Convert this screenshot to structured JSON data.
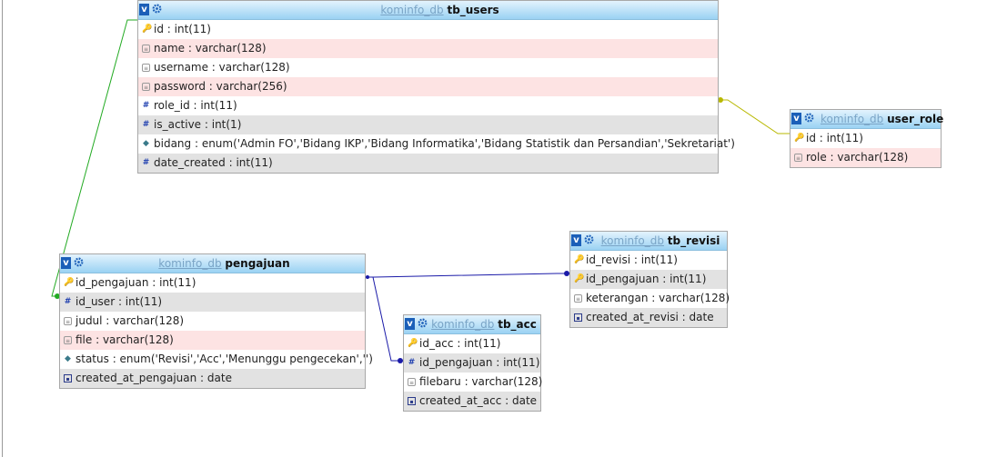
{
  "database": "kominfo_db",
  "toggle_glyph": "v",
  "tables": {
    "tb_users": {
      "db": "kominfo_db",
      "name": "tb_users",
      "columns": [
        {
          "label": "id : int(11)",
          "icon": "primary-key-icon",
          "glyph": "🔑"
        },
        {
          "label": "name : varchar(128)",
          "icon": "text-field-icon",
          "glyph": "≡"
        },
        {
          "label": "username : varchar(128)",
          "icon": "text-field-icon",
          "glyph": "≡"
        },
        {
          "label": "password : varchar(256)",
          "icon": "text-field-icon",
          "glyph": "≡"
        },
        {
          "label": "role_id : int(11)",
          "icon": "numeric-field-icon",
          "glyph": "#"
        },
        {
          "label": "is_active : int(1)",
          "icon": "numeric-field-icon",
          "glyph": "#"
        },
        {
          "label": "bidang : enum('Admin FO','Bidang IKP','Bidang Informatika','Bidang Statistik dan Persandian','Sekretariat')",
          "icon": "enum-field-icon",
          "glyph": "◆"
        },
        {
          "label": "date_created : int(11)",
          "icon": "numeric-field-icon",
          "glyph": "#"
        }
      ]
    },
    "user_role": {
      "db": "kominfo_db",
      "name": "user_role",
      "columns": [
        {
          "label": "id : int(11)",
          "icon": "primary-key-icon",
          "glyph": "🔑"
        },
        {
          "label": "role : varchar(128)",
          "icon": "text-field-icon",
          "glyph": "≡"
        }
      ]
    },
    "pengajuan": {
      "db": "kominfo_db",
      "name": "pengajuan",
      "columns": [
        {
          "label": "id_pengajuan : int(11)",
          "icon": "primary-key-icon",
          "glyph": "🔑"
        },
        {
          "label": "id_user : int(11)",
          "icon": "numeric-field-icon",
          "glyph": "#"
        },
        {
          "label": "judul : varchar(128)",
          "icon": "text-field-icon",
          "glyph": "≡"
        },
        {
          "label": "file : varchar(128)",
          "icon": "text-field-icon",
          "glyph": "≡"
        },
        {
          "label": "status : enum('Revisi','Acc','Menunggu pengecekan','')",
          "icon": "enum-field-icon",
          "glyph": "◆"
        },
        {
          "label": "created_at_pengajuan : date",
          "icon": "date-field-icon",
          "glyph": "▪"
        }
      ]
    },
    "tb_revisi": {
      "db": "kominfo_db",
      "name": "tb_revisi",
      "columns": [
        {
          "label": "id_revisi : int(11)",
          "icon": "primary-key-icon",
          "glyph": "🔑"
        },
        {
          "label": "id_pengajuan : int(11)",
          "icon": "primary-key-icon",
          "glyph": "🔑"
        },
        {
          "label": "keterangan : varchar(128)",
          "icon": "text-field-icon",
          "glyph": "≡"
        },
        {
          "label": "created_at_revisi : date",
          "icon": "date-field-icon",
          "glyph": "▪"
        }
      ]
    },
    "tb_acc": {
      "db": "kominfo_db",
      "name": "tb_acc",
      "columns": [
        {
          "label": "id_acc : int(11)",
          "icon": "primary-key-icon",
          "glyph": "🔑"
        },
        {
          "label": "id_pengajuan : int(11)",
          "icon": "numeric-field-icon",
          "glyph": "#"
        },
        {
          "label": "filebaru : varchar(128)",
          "icon": "text-field-icon",
          "glyph": "≡"
        },
        {
          "label": "created_at_acc : date",
          "icon": "date-field-icon",
          "glyph": "▪"
        }
      ]
    }
  },
  "relations": [
    {
      "from": "tb_users.id",
      "to": "pengajuan.id_user",
      "color": "#22aa22"
    },
    {
      "from": "tb_users.role_id",
      "to": "user_role.id",
      "color": "#b8b800"
    },
    {
      "from": "pengajuan.id_pengajuan",
      "to": "tb_revisi.id_pengajuan",
      "color": "#1a1aa8"
    },
    {
      "from": "pengajuan.id_pengajuan",
      "to": "tb_acc.id_pengajuan",
      "color": "#1a1aa8"
    }
  ],
  "row_colors": {
    "odd": "#ffffff",
    "even": "#e2e2e2",
    "text_field": "#fde3e3"
  }
}
